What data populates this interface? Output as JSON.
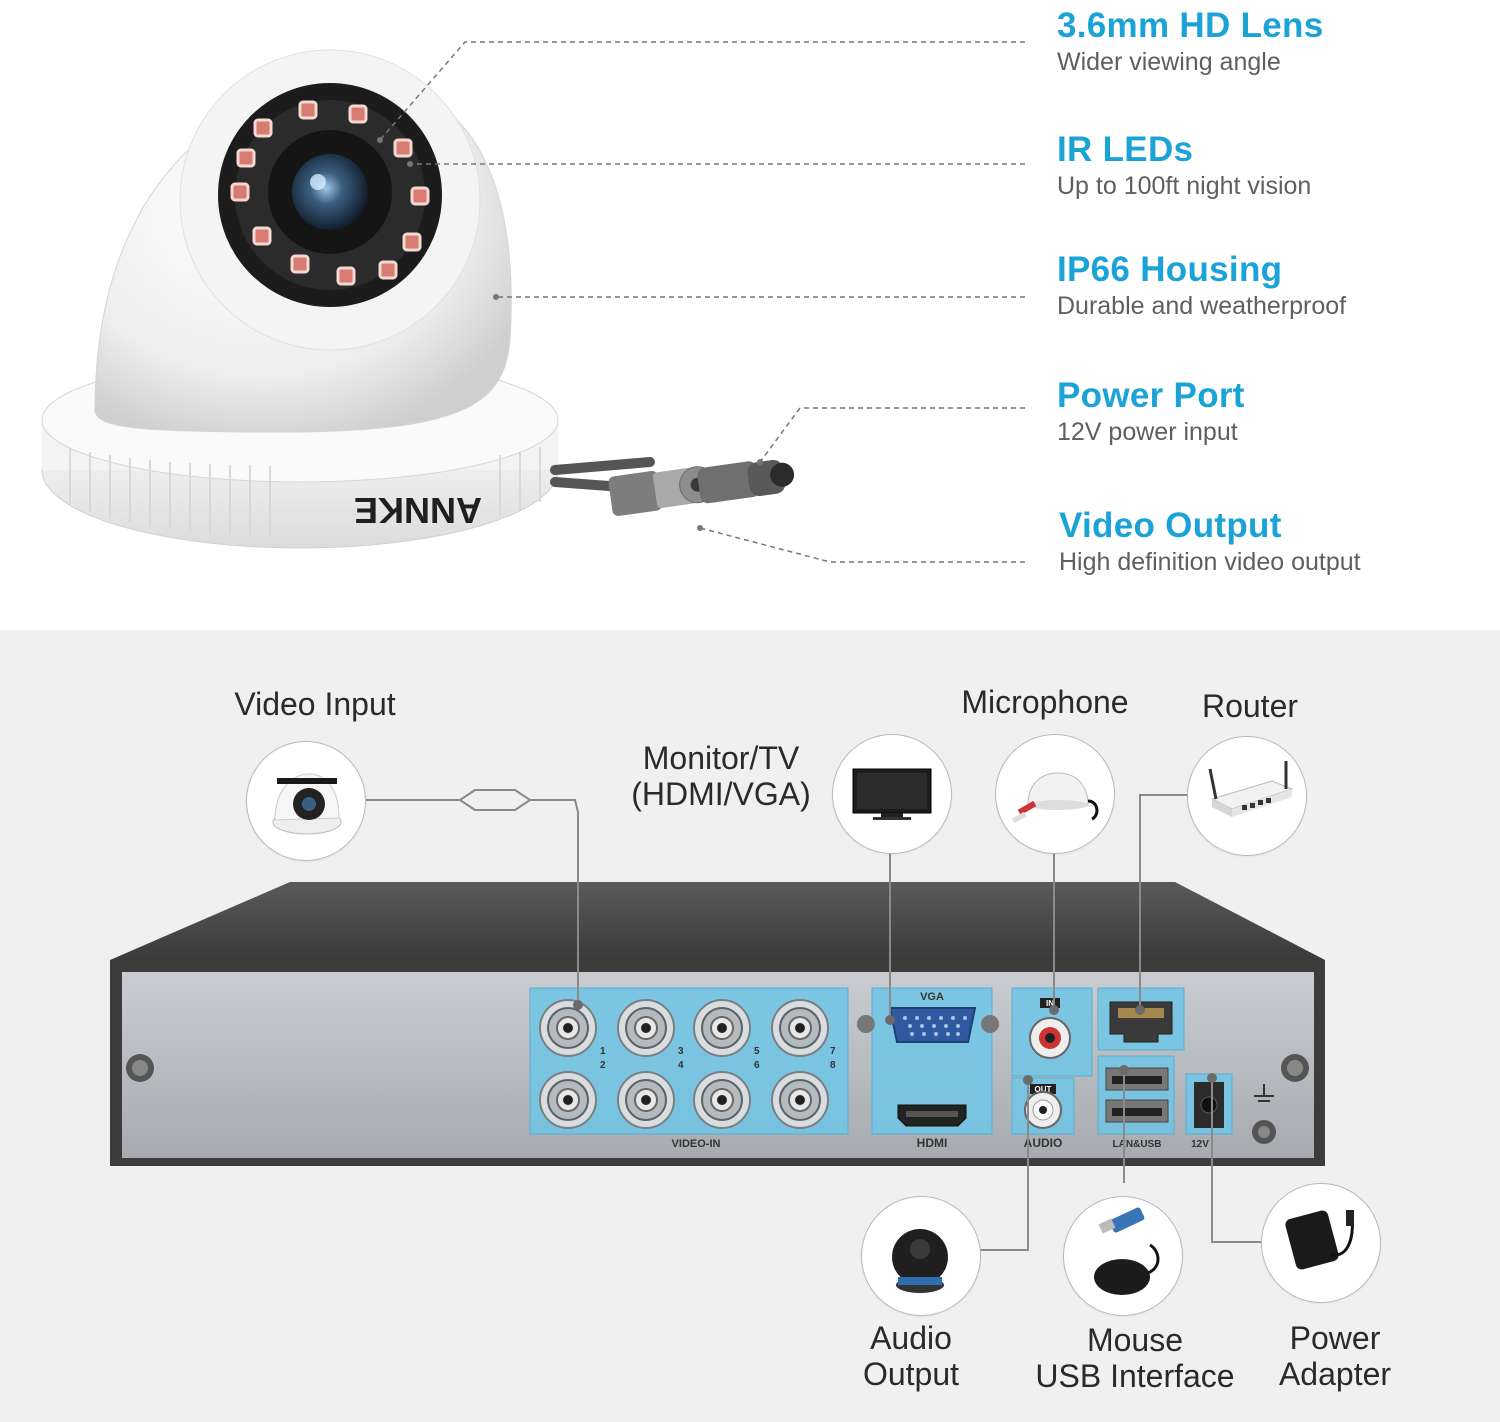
{
  "features": [
    {
      "title": "3.6mm HD Lens",
      "desc": "Wider viewing angle"
    },
    {
      "title": "IR LEDs",
      "desc": "Up to 100ft night vision"
    },
    {
      "title": "IP66 Housing",
      "desc": "Durable and weatherproof"
    },
    {
      "title": "Power Port",
      "desc": "12V power input"
    },
    {
      "title": "Video Output",
      "desc": "High definition video output"
    }
  ],
  "camera": {
    "brand": "ANNKE"
  },
  "connections": {
    "video_input": "Video Input",
    "monitor_line1": "Monitor/TV",
    "monitor_line2": "(HDMI/VGA)",
    "microphone": "Microphone",
    "router": "Router",
    "audio_output_line1": "Audio",
    "audio_output_line2": "Output",
    "mouse_line1": "Mouse",
    "mouse_line2": "USB Interface",
    "power_adapter_line1": "Power",
    "power_adapter_line2": "Adapter"
  },
  "dvr_panel": {
    "vga": "VGA",
    "hdmi": "HDMI",
    "audio": "AUDIO",
    "audio_in": "IN",
    "audio_out": "OUT",
    "video_in": "VIDEO-IN",
    "lan_usb": "LAN&USB",
    "power": "12V",
    "channels": [
      "1",
      "2",
      "3",
      "4",
      "5",
      "6",
      "7",
      "8"
    ]
  },
  "colors": {
    "accent": "#1ba3d8",
    "highlight": "#6fc6e6",
    "dvr_top": "#4a4a4a",
    "dvr_front": "#b8bcc0"
  }
}
